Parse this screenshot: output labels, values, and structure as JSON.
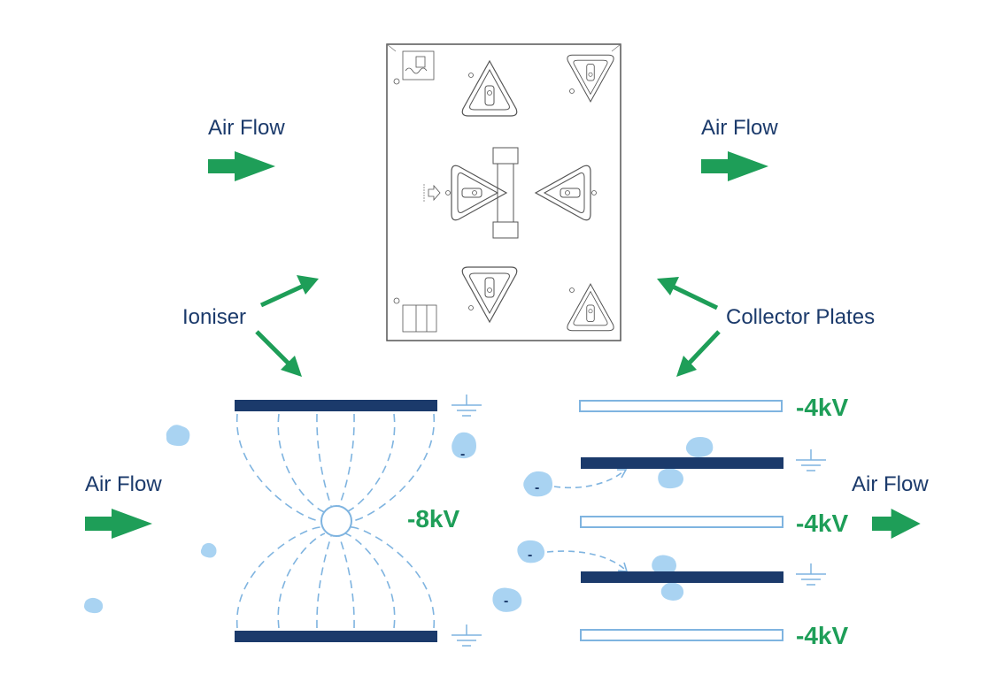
{
  "labels": {
    "air_flow_top_left": "Air Flow",
    "air_flow_top_right": "Air Flow",
    "air_flow_bottom_left": "Air Flow",
    "air_flow_bottom_right": "Air Flow",
    "ioniser": "Ioniser",
    "collector_plates": "Collector Plates",
    "ioniser_voltage": "-8kV",
    "plate_voltage_1": "-4kV",
    "plate_voltage_2": "-4kV",
    "plate_voltage_3": "-4kV",
    "charge_sign": "-"
  },
  "colors": {
    "navy": "#1b3a6b",
    "green": "#1e9e58",
    "light_blue": "#7fb4e0",
    "particle": "#a9d3f2",
    "outline_gray": "#555555"
  }
}
